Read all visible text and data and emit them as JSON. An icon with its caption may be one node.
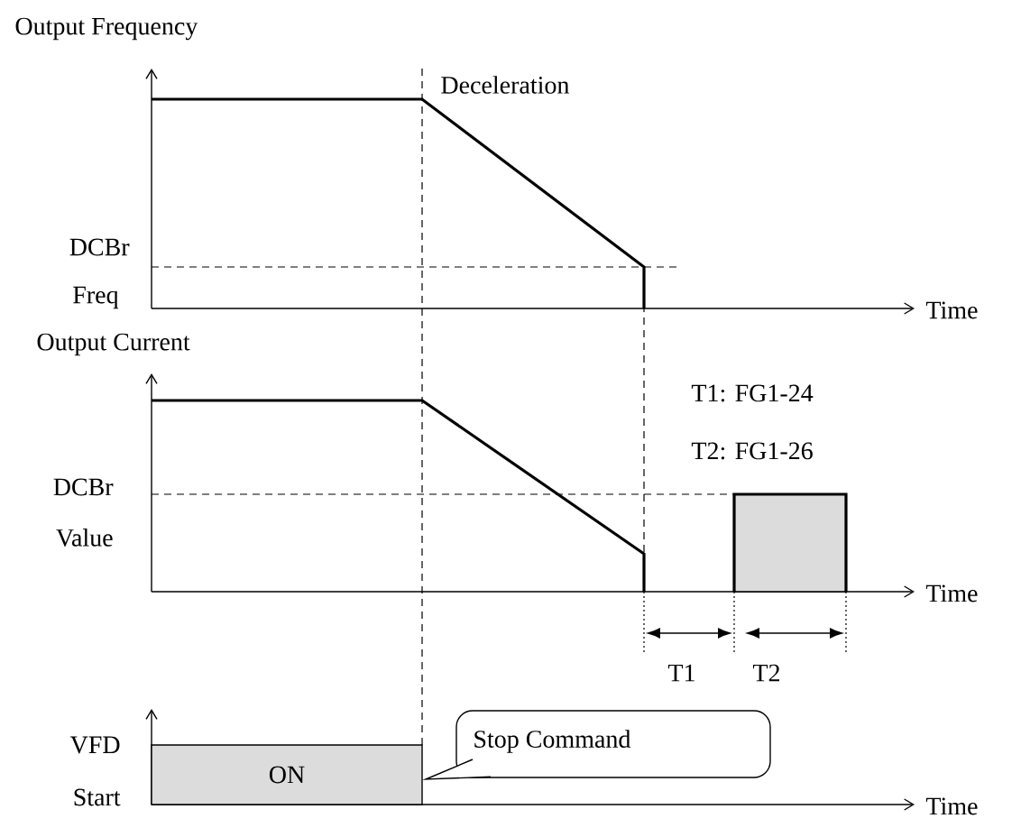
{
  "diagram": {
    "nodes": [
      {
        "text": [
          "ON"
        ]
      },
      {
        "text": [
          "Stop Command"
        ]
      }
    ],
    "labels": [
      "Output Frequency",
      "Deceleration",
      "DCBr",
      "Freq",
      "Time",
      "Output Current",
      "T1: FG1-24",
      "T2: FG1-26",
      "DCBr",
      "Value",
      "Time",
      "T1",
      "T2",
      "VFD",
      "Start",
      "Time"
    ]
  }
}
